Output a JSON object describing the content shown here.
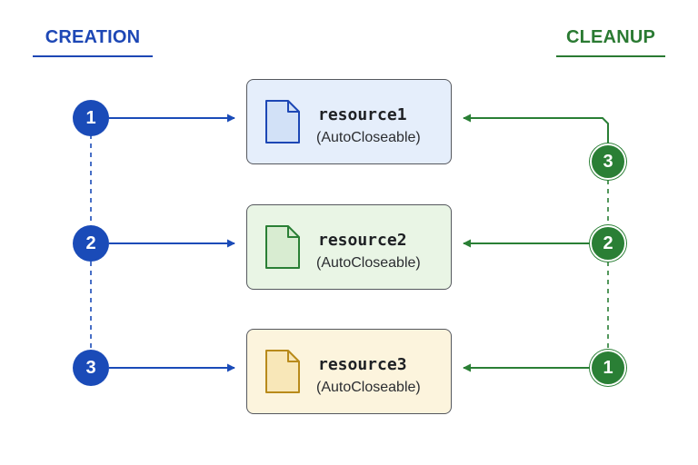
{
  "headings": {
    "creation": "CREATION",
    "cleanup": "CLEANUP"
  },
  "creation_steps": [
    "1",
    "2",
    "3"
  ],
  "cleanup_steps": [
    "3",
    "2",
    "1"
  ],
  "resources": [
    {
      "name": "resource1",
      "type": "(AutoCloseable)",
      "icon": "document-icon"
    },
    {
      "name": "resource2",
      "type": "(AutoCloseable)",
      "icon": "document-icon"
    },
    {
      "name": "resource3",
      "type": "(AutoCloseable)",
      "icon": "document-icon"
    }
  ],
  "colors": {
    "creation": "#1a4bb8",
    "cleanup": "#2a7f35",
    "resource1_fill": "#e5eefb",
    "resource2_fill": "#e9f5e5",
    "resource3_fill": "#fcf4dd"
  }
}
